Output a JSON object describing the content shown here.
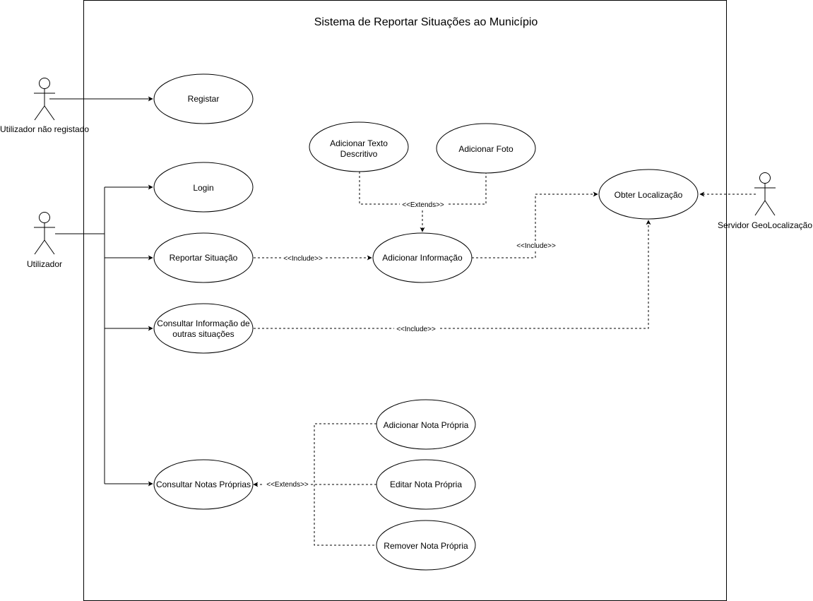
{
  "system": {
    "title": "Sistema de Reportar Situações ao Município"
  },
  "actors": {
    "unregistered": "Utilizador não registado",
    "user": "Utilizador",
    "geo_server": "Servidor GeoLocalização"
  },
  "use_cases": {
    "registar": "Registar",
    "login": "Login",
    "reportar_situacao": "Reportar Situação",
    "consultar_info_line1": "Consultar Informação de",
    "consultar_info_line2": "outras situações",
    "consultar_notas": "Consultar Notas Próprias",
    "adicionar_texto_line1": "Adicionar Texto",
    "adicionar_texto_line2": "Descritivo",
    "adicionar_foto": "Adicionar Foto",
    "adicionar_informacao": "Adicionar Informação",
    "obter_localizacao": "Obter Localização",
    "adicionar_nota": "Adicionar Nota Própria",
    "editar_nota": "Editar Nota Própria",
    "remover_nota": "Remover Nota Própria"
  },
  "relations": {
    "extends_info": "<<Extends>>",
    "include_reportar": "<<Include>>",
    "include_localizacao": "<<Include>>",
    "include_consultar": "<<Include>>",
    "extends_notas": "<<Extends>>"
  }
}
